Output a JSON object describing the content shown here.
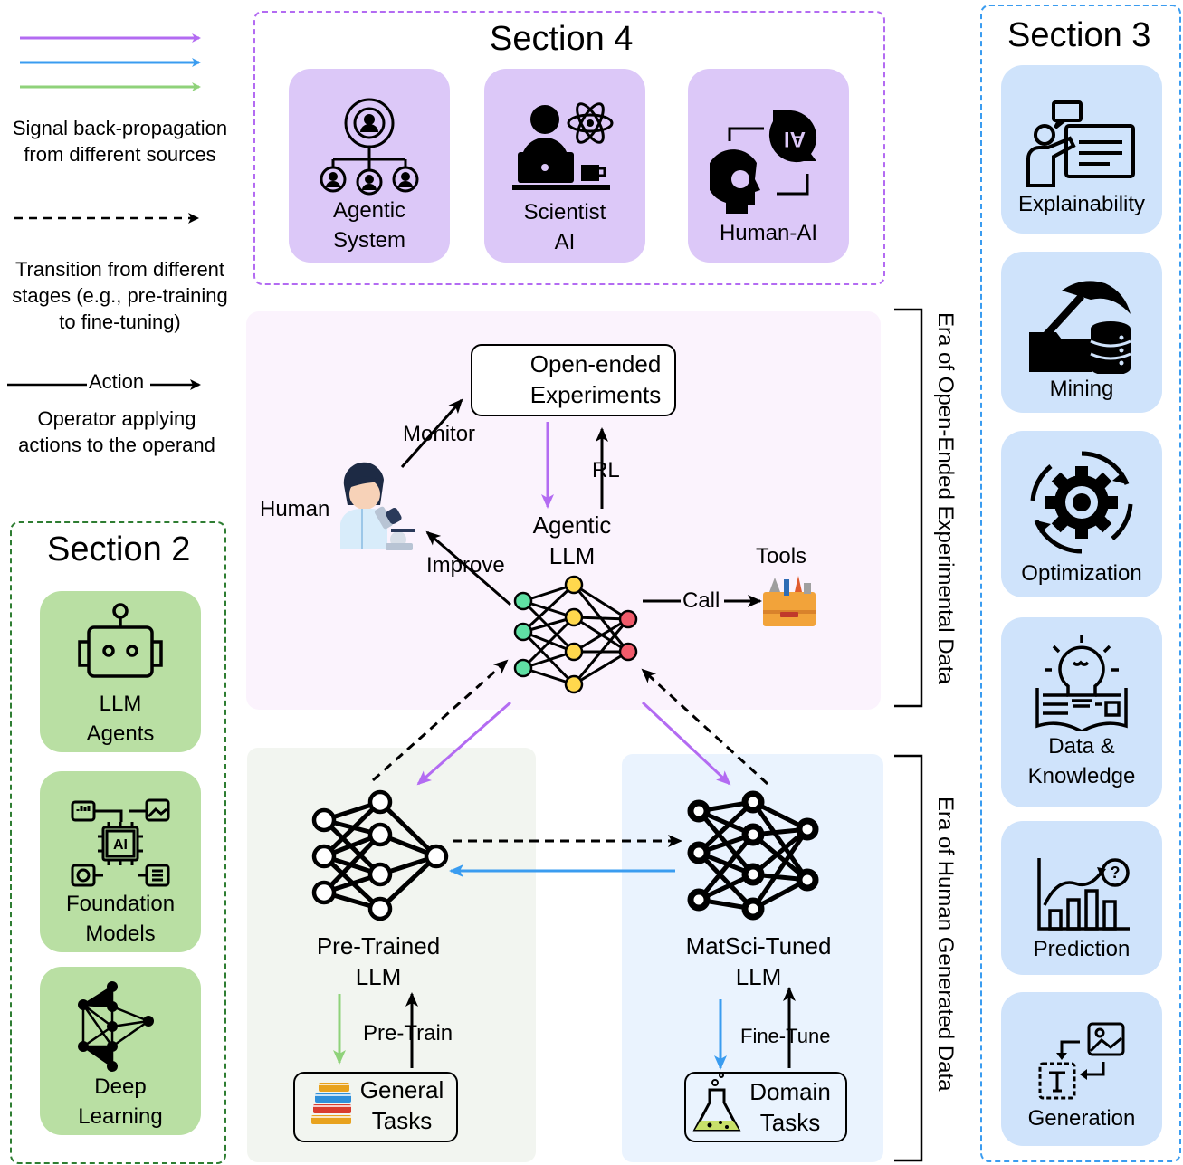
{
  "legend": {
    "signal_text": "Signal back-propagation\nfrom different sources",
    "transition_text": "Transition from different\nstages (e.g., pre-training\nto fine-tuning)",
    "action_label": "Action",
    "operator_text": "Operator applying\nactions to the operand",
    "colors": {
      "purple": "#b36bf2",
      "blue": "#3a9cf0",
      "green": "#8fd27a"
    }
  },
  "section4": {
    "title": "Section 4",
    "cards": [
      {
        "label": "Agentic\nSystem",
        "icon": "agentic-system-icon"
      },
      {
        "label": "Scientist\nAI",
        "icon": "scientist-ai-icon"
      },
      {
        "label": "Human-AI",
        "icon": "human-ai-icon"
      }
    ]
  },
  "section3": {
    "title": "Section 3",
    "cards": [
      {
        "label": "Explainability",
        "icon": "presentation-icon"
      },
      {
        "label": "Mining",
        "icon": "mining-icon"
      },
      {
        "label": "Optimization",
        "icon": "gear-cycle-icon"
      },
      {
        "label": "Data &\nKnowledge",
        "icon": "lightbulb-book-icon"
      },
      {
        "label": "Prediction",
        "icon": "chart-question-icon"
      },
      {
        "label": "Generation",
        "icon": "text-to-image-icon"
      }
    ]
  },
  "section2": {
    "title": "Section 2",
    "cards": [
      {
        "label": "LLM\nAgents",
        "icon": "robot-icon"
      },
      {
        "label": "Foundation\nModels",
        "icon": "ai-chip-icon"
      },
      {
        "label": "Deep\nLearning",
        "icon": "neural-graph-icon"
      }
    ]
  },
  "center": {
    "open_ended_label": "Open-ended\nExperiments",
    "agentic_label": "Agentic\nLLM",
    "tools_label": "Tools",
    "human_label": "Human",
    "monitor_label": "Monitor",
    "improve_label": "Improve",
    "rl_label": "RL",
    "call_label": "Call",
    "pretrained_label": "Pre-Trained\nLLM",
    "matsci_label": "MatSci-Tuned\nLLM",
    "pretrain_label": "Pre-Train",
    "finetune_label": "Fine-Tune",
    "general_tasks_label": "General\nTasks",
    "domain_tasks_label": "Domain\nTasks"
  },
  "eras": {
    "open_ended": "Era of Open-Ended Experimental Data",
    "human_generated": "Era of Human Generated Data"
  }
}
